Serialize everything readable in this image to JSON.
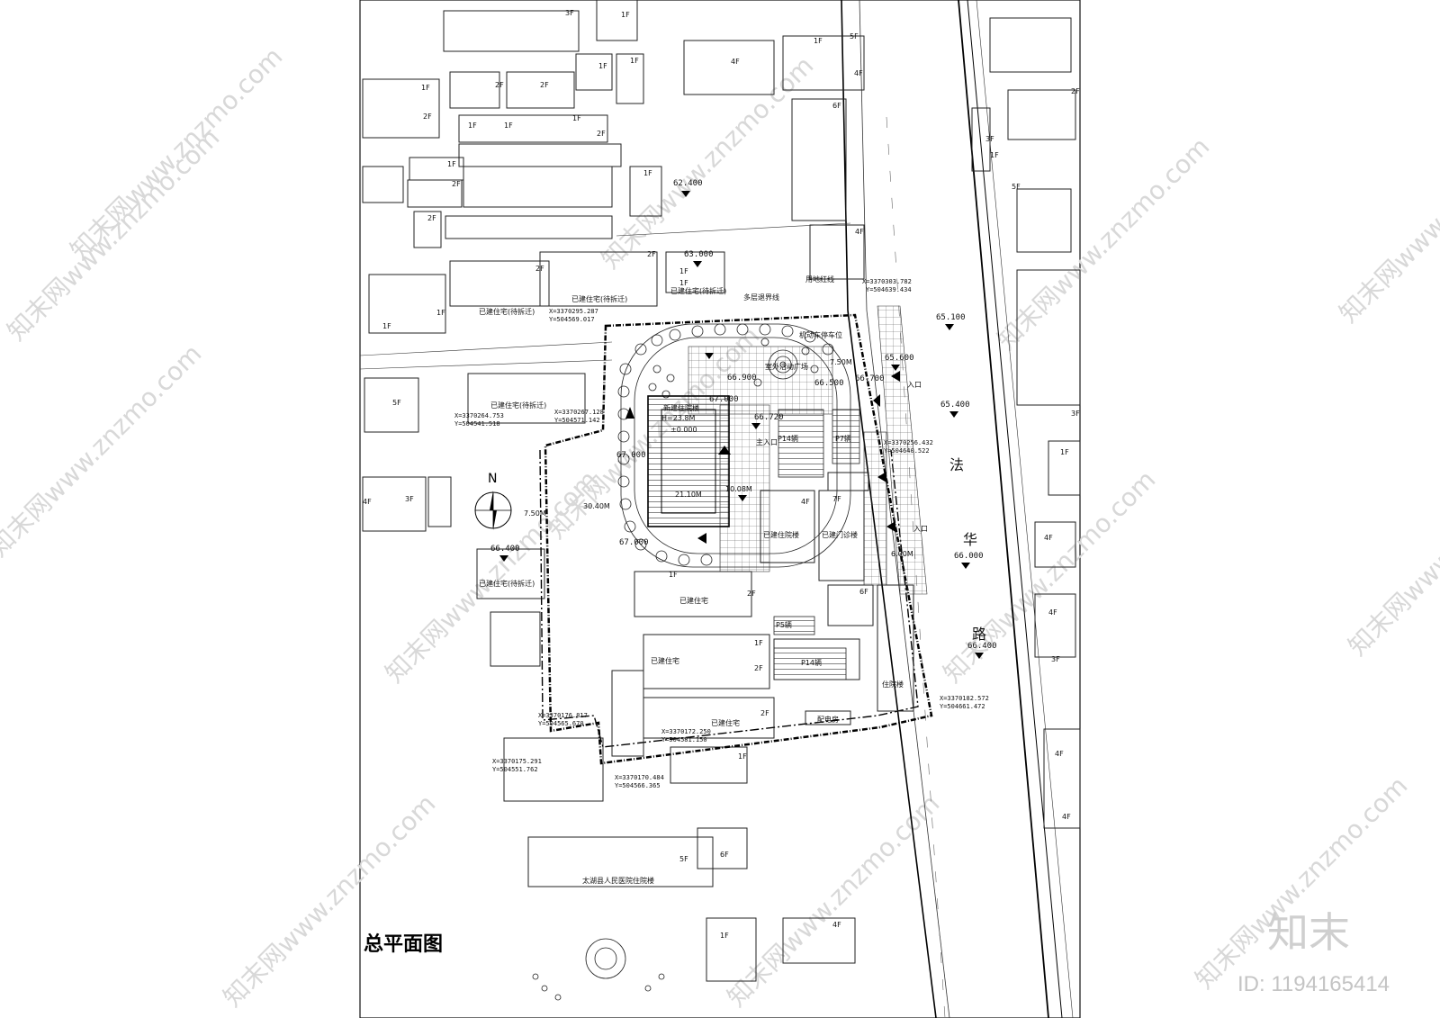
{
  "title": "总平面图",
  "road_name_chars": [
    "法",
    "华",
    "路"
  ],
  "north_label": "N",
  "watermark": {
    "brand": "知末",
    "id": "ID: 1194165414",
    "text": "知末网www.znzmo.com"
  },
  "elevations": [
    "62.400",
    "63.000",
    "65.100",
    "65.600",
    "65.400",
    "66.000",
    "66.400",
    "66.400",
    "67.000",
    "67.000",
    "66.900",
    "66.500",
    "66.700",
    "66.720",
    "67.000"
  ],
  "floors": {
    "f1": "1F",
    "f2": "2F",
    "f3": "3F",
    "f4": "4F",
    "f5": "5F",
    "f6": "6F",
    "f7": "7F"
  },
  "labels": {
    "existing_res_demolish": "已建住宅(待拆迁)",
    "existing_res": "已建住宅",
    "existing_inpatient": "已建住院楼",
    "existing_outpatient": "已建门诊楼",
    "inpatient_new": "住院楼",
    "hospital_inpatient": "太湖县人民医院住院楼",
    "red_line": "用地红线",
    "setback": "多层退界线",
    "motor_parking": "机动车停车位",
    "entrance": "入口",
    "main_entrance": "主入口",
    "substation": "配电房",
    "p14": "P14辆",
    "p7": "P7辆",
    "p5": "P5辆",
    "new_bld": "新建住院楼",
    "height": "H=23.8M",
    "dim_304": "30.40M",
    "dim_75": "7.50M",
    "dim_211": "21.10M",
    "dim_1008": "10.08M",
    "dim_60": "6.00M",
    "plaza": "室外活动广场",
    "elev_mark": "±0.000"
  },
  "coords": [
    [
      "X=3370303.782",
      "Y=504639.434"
    ],
    [
      "X=3370295.287",
      "Y=504569.017"
    ],
    [
      "X=3370264.753",
      "Y=504541.518"
    ],
    [
      "X=3370267.128",
      "Y=504571.142"
    ],
    [
      "X=3370256.432",
      "Y=504640.522"
    ],
    [
      "X=3370182.572",
      "Y=504661.472"
    ],
    [
      "X=3370176.817",
      "Y=504565.670"
    ],
    [
      "X=3370172.250",
      "Y=504581.150"
    ],
    [
      "X=3370175.291",
      "Y=504551.762"
    ],
    [
      "X=3370170.484",
      "Y=504566.365"
    ]
  ]
}
